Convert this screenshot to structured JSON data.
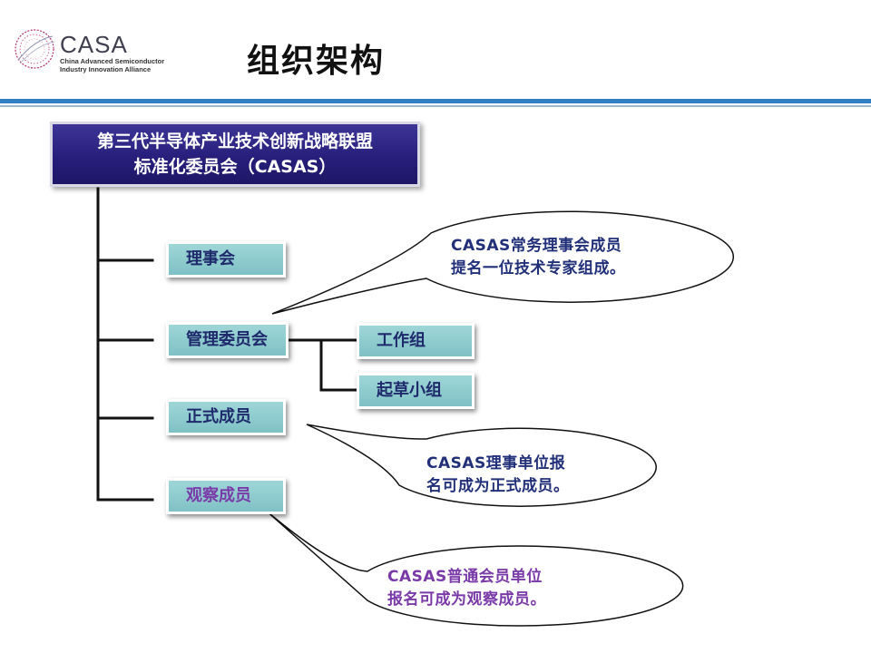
{
  "logo": {
    "name": "CASA",
    "subtitle_line1": "China Advanced Semiconductor",
    "subtitle_line2": "Industry Innovation Alliance"
  },
  "page_title": "组织架构",
  "colors": {
    "accent_blue": "#2f7fc1",
    "root_fill": "#261d79",
    "node_fill": "#8ccacd",
    "text_navy": "#22307a",
    "text_purple": "#7a3aa8"
  },
  "org": {
    "root": {
      "line1": "第三代半导体产业技术创新战略联盟",
      "line2": "标准化委员会（CASAS）"
    },
    "branches": [
      {
        "label": "理事会"
      },
      {
        "label": "管理委员会",
        "children": [
          {
            "label": "工作组"
          },
          {
            "label": "起草小组"
          }
        ]
      },
      {
        "label": "正式成员"
      },
      {
        "label": "观察成员"
      }
    ]
  },
  "callouts": [
    {
      "line1": "CASAS常务理事会成员",
      "line2": "提名一位技术专家组成。"
    },
    {
      "line1": "CASAS理事单位报",
      "line2": "名可成为正式成员。"
    },
    {
      "line1": "CASAS普通会员单位",
      "line2": "报名可成为观察成员。"
    }
  ]
}
